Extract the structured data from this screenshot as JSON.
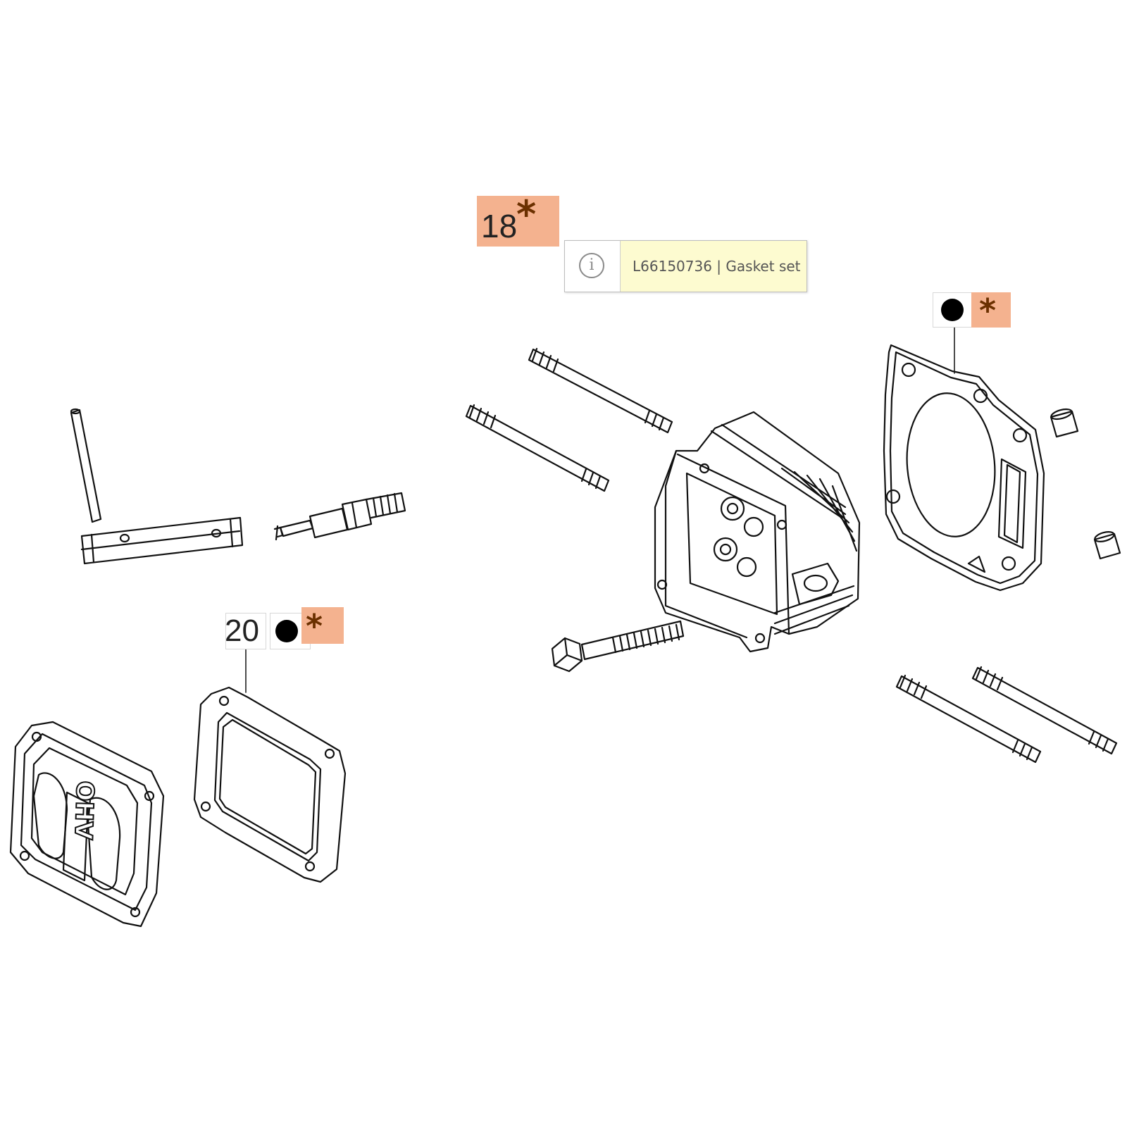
{
  "callouts": {
    "part_18": {
      "number": "18",
      "star": "*"
    },
    "part_20": {
      "number": "20",
      "bullet": "●",
      "star": "*"
    },
    "gasket_marker": {
      "bullet": "●",
      "star": "*"
    }
  },
  "tooltip": {
    "icon": "info-icon",
    "text": "L66150736 | Gasket set"
  },
  "logo": {
    "text": "OHV"
  },
  "colors": {
    "highlight": "#f4b28f",
    "star": "#6b3000",
    "tooltip_bg": "#fdfbd0",
    "line": "#111111"
  }
}
